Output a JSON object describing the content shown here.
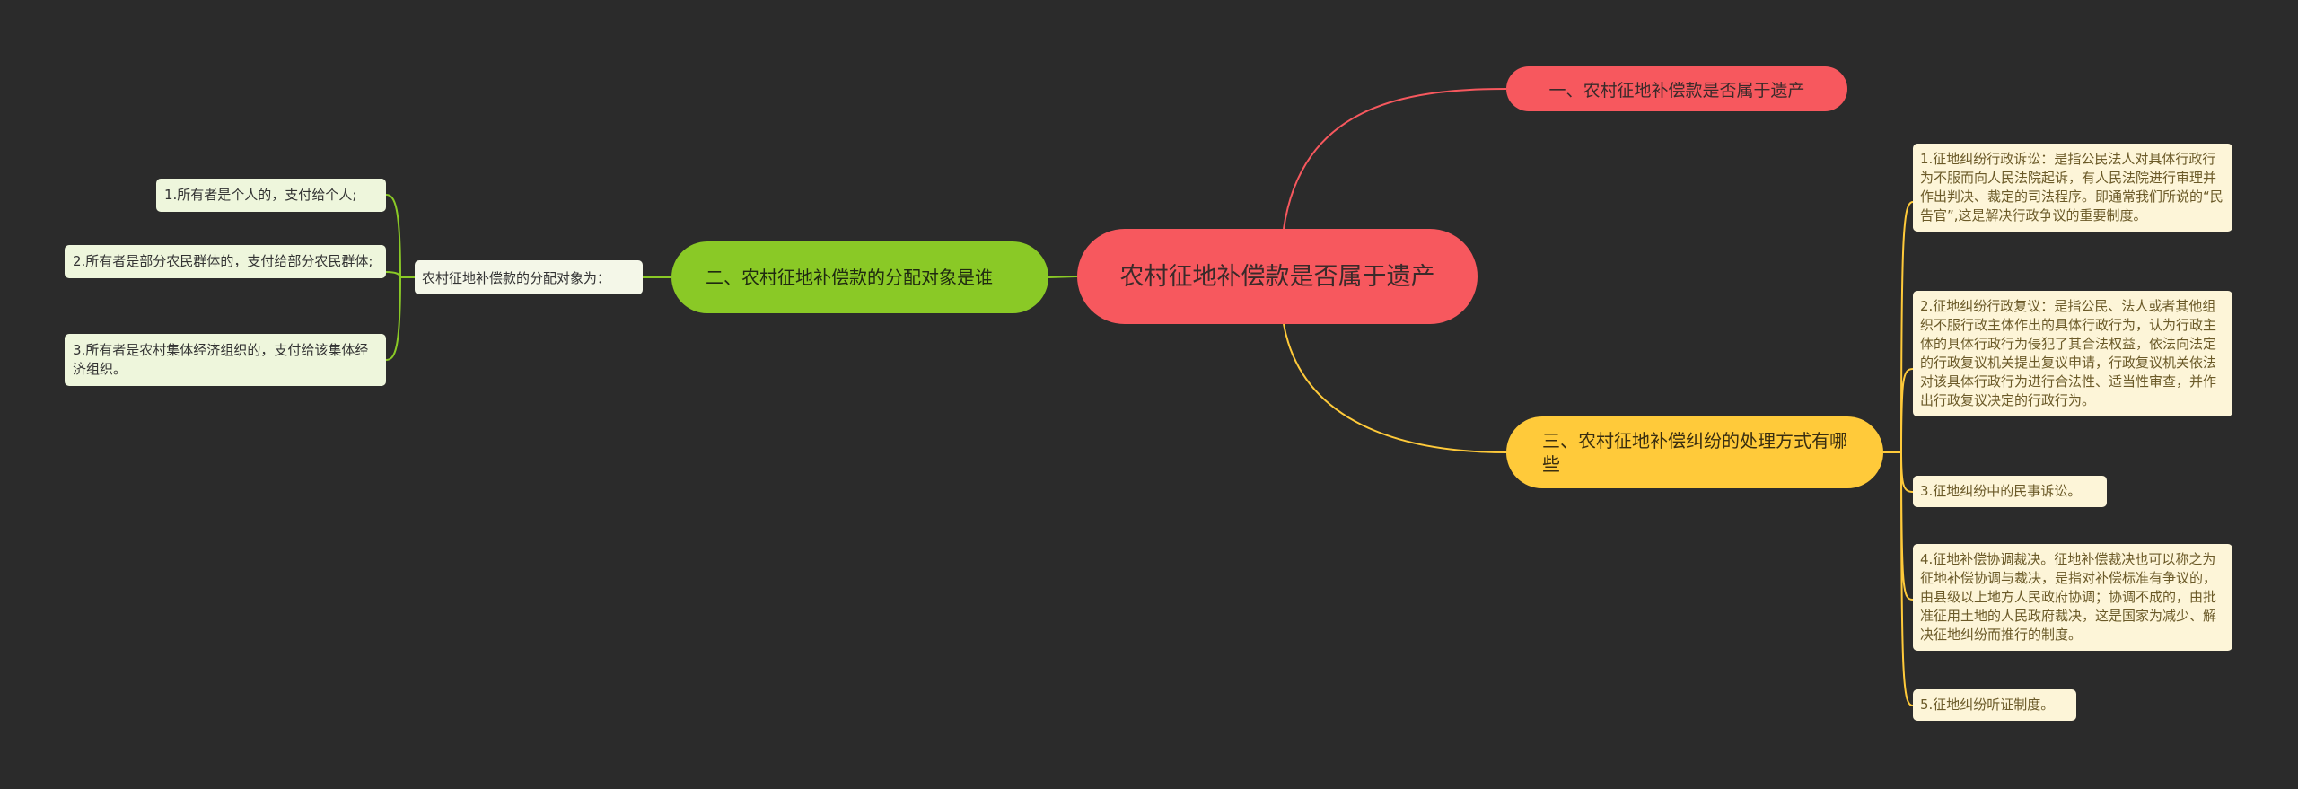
{
  "colors": {
    "background": "#2b2b2b",
    "center": "#f7585e",
    "branch_1": "#f7585e",
    "branch_2": "#8ac926",
    "branch_3": "#ffca3a",
    "leaf_left": "#eef6dc",
    "leaf_right": "#fdf5d8"
  },
  "center": {
    "label": "农村征地补偿款是否属于遗产"
  },
  "branch_1": {
    "label": "一、农村征地补偿款是否属于遗产"
  },
  "branch_2": {
    "label": "二、农村征地补偿款的分配对象是谁",
    "sub": {
      "label": "农村征地补偿款的分配对象为："
    },
    "leaves": [
      "1.所有者是个人的，支付给个人;",
      "2.所有者是部分农民群体的，支付给部分农民群体;",
      "3.所有者是农村集体经济组织的，支付给该集体经济组织。"
    ]
  },
  "branch_3": {
    "label": "三、农村征地补偿纠纷的处理方式有哪些",
    "leaves": [
      "1.征地纠纷行政诉讼：是指公民法人对具体行政行为不服而向人民法院起诉，有人民法院进行审理并作出判决、裁定的司法程序。即通常我们所说的“民告官”,这是解决行政争议的重要制度。",
      "2.征地纠纷行政复议：是指公民、法人或者其他组织不服行政主体作出的具体行政行为，认为行政主体的具体行政行为侵犯了其合法权益，依法向法定的行政复议机关提出复议申请，行政复议机关依法对该具体行政行为进行合法性、适当性审查，并作出行政复议决定的行政行为。",
      "3.征地纠纷中的民事诉讼。",
      "4.征地补偿协调裁决。征地补偿裁决也可以称之为征地补偿协调与裁决，是指对补偿标准有争议的，由县级以上地方人民政府协调；协调不成的，由批准征用土地的人民政府裁决，这是国家为减少、解决征地纠纷而推行的制度。",
      "5.征地纠纷听证制度。"
    ]
  }
}
